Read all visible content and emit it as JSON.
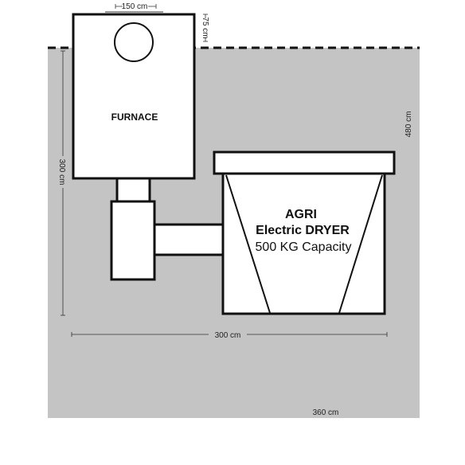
{
  "colors": {
    "background": "#ffffff",
    "ground": "#c4c4c4",
    "fill": "#ffffff",
    "stroke": "#111111",
    "dimension": "#333333"
  },
  "furnace": {
    "label": "FURNACE",
    "chimney_width": "150 cm",
    "chimney_height": "75 cm"
  },
  "dryer": {
    "line1": "AGRI",
    "line2": "Electric DRYER",
    "line3": "500 KG Capacity"
  },
  "dimensions": {
    "left_height": "300 cm",
    "bottom_width": "300 cm",
    "right_height": "480 cm",
    "total_width": "360 cm"
  }
}
